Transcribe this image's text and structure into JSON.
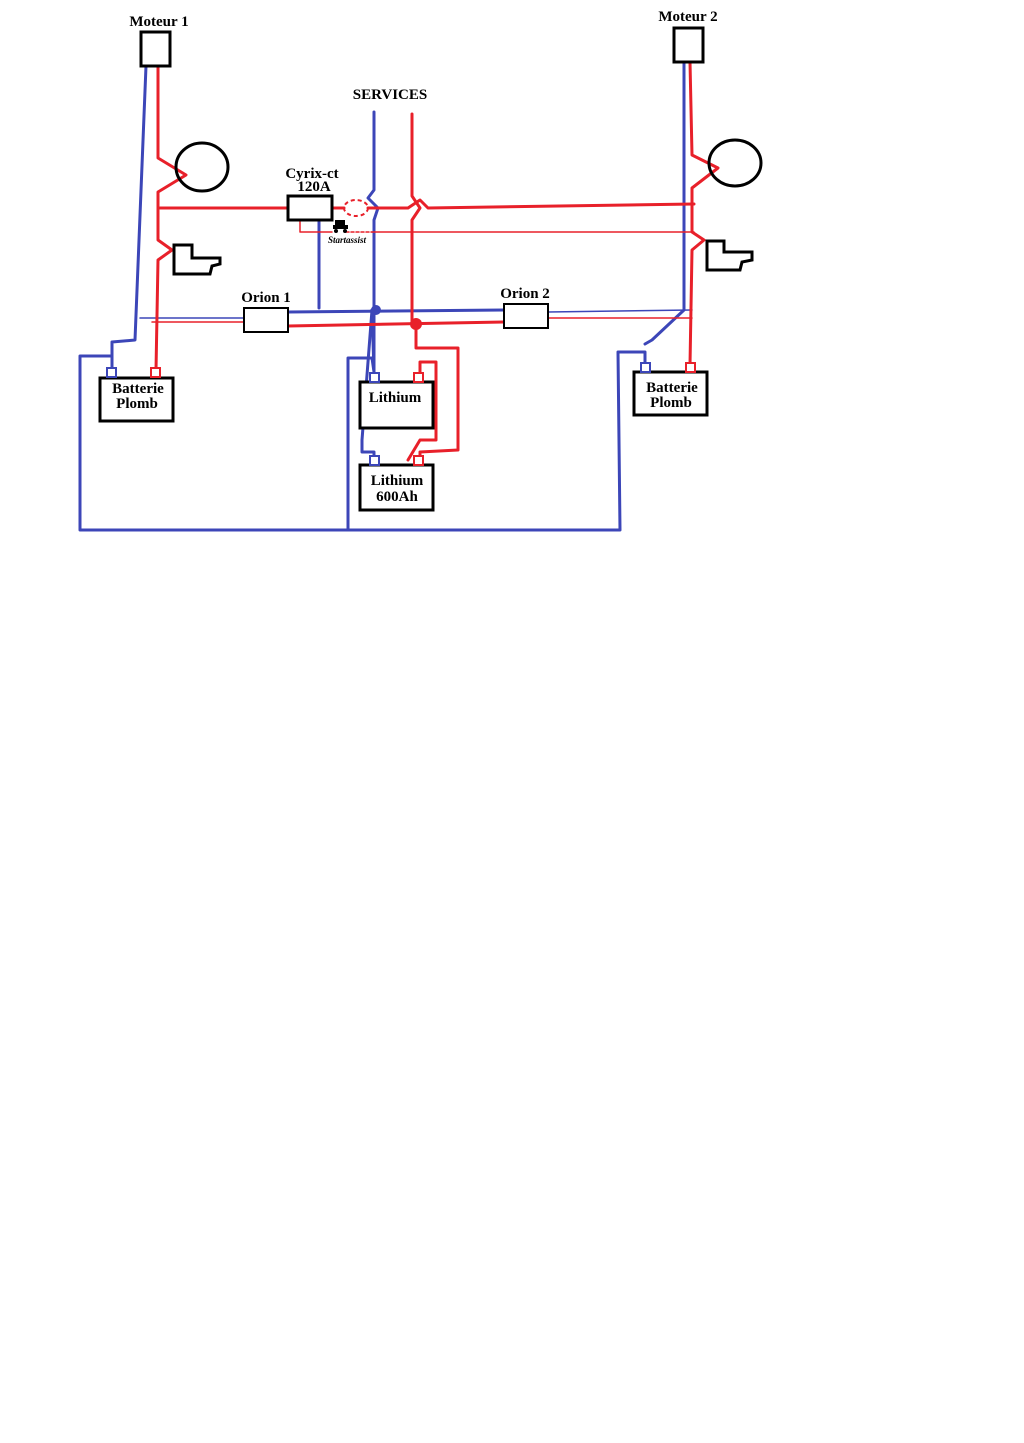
{
  "labels": {
    "moteur1": "Moteur 1",
    "moteur2": "Moteur 2",
    "services": "SERVICES",
    "cyrix_line1": "Cyrix-ct",
    "cyrix_line2": "120A",
    "start_assist": "Startassist",
    "orion1": "Orion 1",
    "orion2": "Orion 2",
    "batterie1_line1": "Batterie",
    "batterie1_line2": "Plomb",
    "batterie2_line1": "Batterie",
    "batterie2_line2": "Plomb",
    "lithium": "Lithium",
    "lithium600_line1": "Lithium",
    "lithium600_line2": "600Ah"
  },
  "colors": {
    "positive": "#e8202a",
    "negative": "#3c46b8",
    "outline": "#000000",
    "background": "#ffffff"
  }
}
